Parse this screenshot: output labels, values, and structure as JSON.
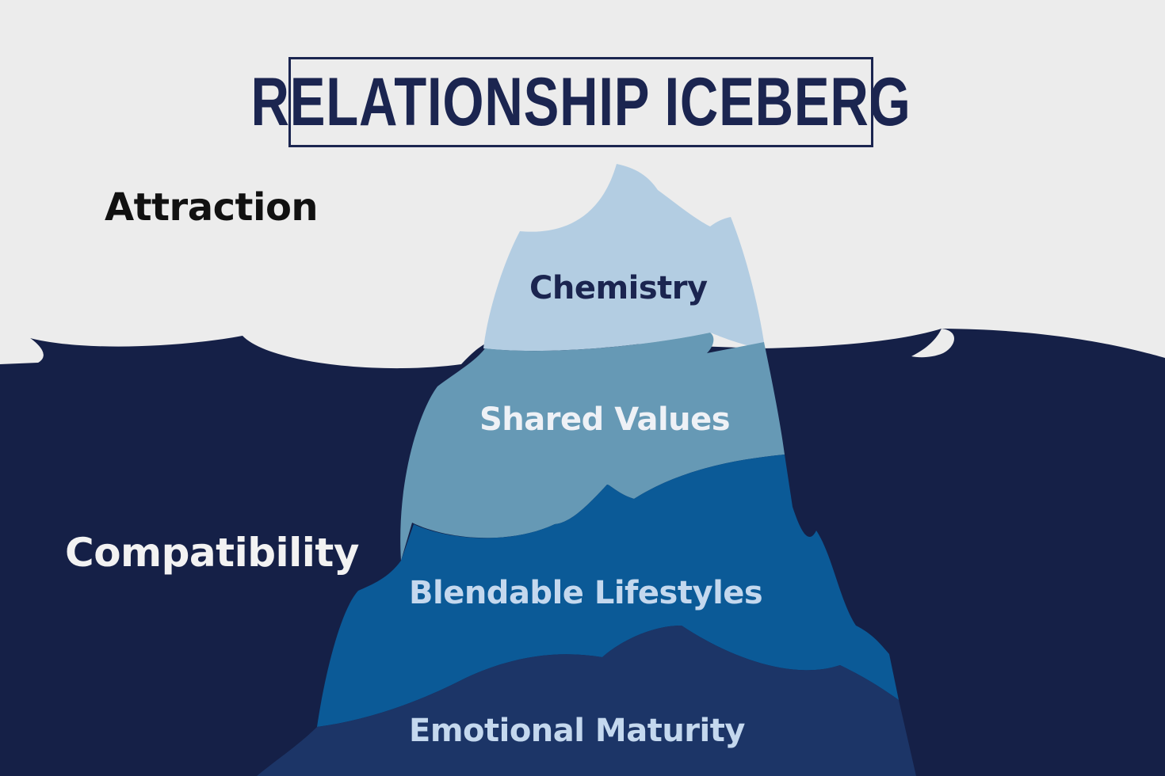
{
  "title": "RELATIONSHIP ICEBERG",
  "side_labels": {
    "above": "Attraction",
    "below": "Compatibility"
  },
  "layers": [
    {
      "label": "Chemistry",
      "color": "#b3cde2"
    },
    {
      "label": "Shared Values",
      "color": "#6699b5"
    },
    {
      "label": "Blendable Lifestyles",
      "color": "#0b5a97"
    },
    {
      "label": "Emotional Maturity",
      "color": "#1c3567"
    }
  ],
  "colors": {
    "sky": "#ececec",
    "water": "#152047",
    "title": "#1b2550"
  }
}
